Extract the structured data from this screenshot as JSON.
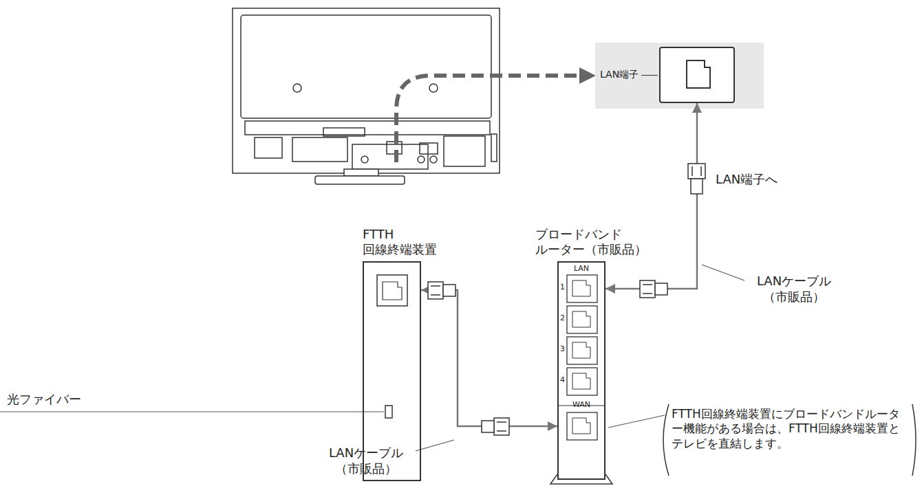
{
  "diagram": {
    "nodes": [
      {
        "text": [
          "FTTH 回線終端装置"
        ]
      },
      {
        "text": [
          "ブロードバンド ルーター（市販品）",
          "LAN",
          "1",
          "2",
          "3",
          "4",
          "WAN"
        ]
      },
      {
        "text": [
          "LAN端子"
        ]
      }
    ],
    "edges": [
      {
        "from": 0,
        "to": 1,
        "arrow": "both"
      },
      {
        "from": 1,
        "to": 2,
        "arrow": "both"
      }
    ],
    "labels": [
      "光ファイバー",
      "LANケーブル （市販品）",
      "LAN端子へ",
      "LANケーブル （市販品）",
      "FTTH回線終端装置にブロードバンドルーター機能がある場合は、FTTH回線終端装置とテレビを直結します。"
    ]
  }
}
